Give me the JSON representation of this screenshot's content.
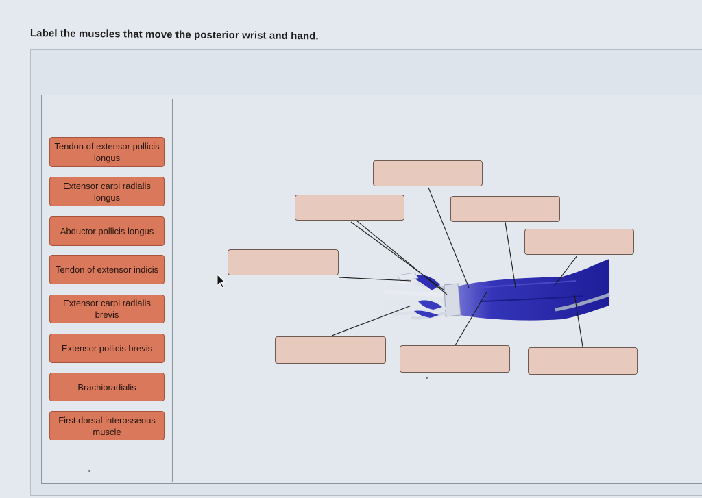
{
  "question": {
    "text": "Label the muscles that move the posterior wrist and hand."
  },
  "label_bank": {
    "tiles": [
      "Tendon of extensor pollicis longus",
      "Extensor carpi radialis longus",
      "Abductor pollicis longus",
      "Tendon of extensor indicis",
      "Extensor carpi radialis brevis",
      "Extensor pollicis brevis",
      "Brachioradialis",
      "First dorsal interosseous muscle"
    ]
  },
  "drop_targets": {
    "count": 8,
    "filled_values": [
      "",
      "",
      "",
      "",
      "",
      "",
      "",
      ""
    ]
  },
  "colors": {
    "tile_fill": "#d9785b",
    "drop_target_fill": "#e8c9bd",
    "muscle_blue": "#2b2bb0"
  },
  "icons": {
    "pointer": "arrow-cursor-icon",
    "illustration": "forearm-hand-muscle-illustration"
  }
}
